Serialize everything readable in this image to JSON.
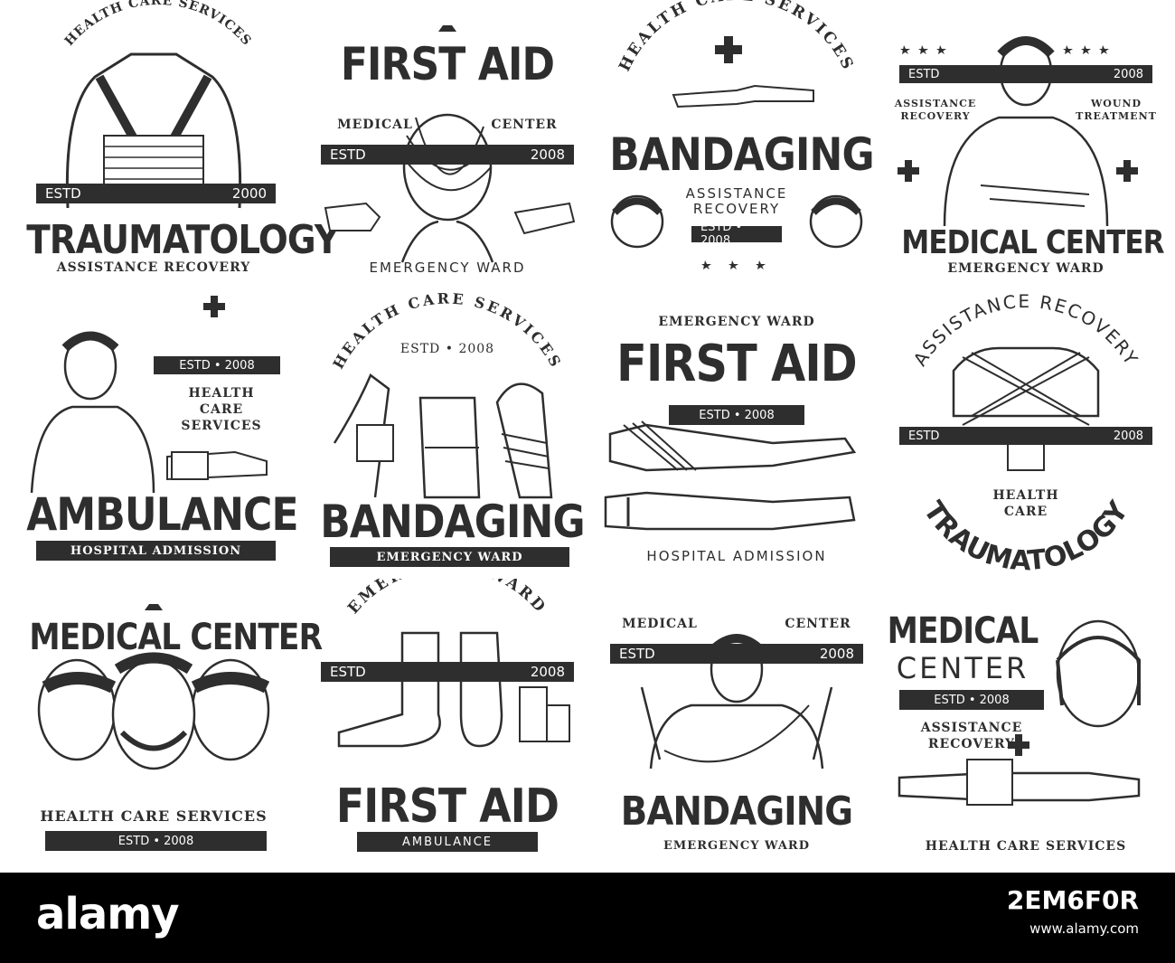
{
  "emblems": [
    {
      "arc": "HEALTH CARE SERVICES",
      "estd": "ESTD",
      "year": "2000",
      "title": "TRAUMATOLOGY",
      "sub": "ASSISTANCE RECOVERY"
    },
    {
      "title": "FIRST AID",
      "left": "MEDICAL",
      "right": "CENTER",
      "estd": "ESTD",
      "year": "2008",
      "sub": "EMERGENCY WARD"
    },
    {
      "arc": "HEALTH CARE SERVICES",
      "title": "BANDAGING",
      "sub1": "ASSISTANCE",
      "sub2": "RECOVERY",
      "estd": "ESTD • 2008"
    },
    {
      "estd": "ESTD",
      "year": "2008",
      "left1": "ASSISTANCE",
      "left2": "RECOVERY",
      "right1": "WOUND",
      "right2": "TREATMENT",
      "title": "MEDICAL CENTER",
      "sub": "EMERGENCY WARD"
    },
    {
      "estd": "ESTD • 2008",
      "l1": "HEALTH",
      "l2": "CARE",
      "l3": "SERVICES",
      "title": "AMBULANCE",
      "sub": "HOSPITAL ADMISSION"
    },
    {
      "arc": "HEALTH CARE SERVICES",
      "estd": "ESTD • 2008",
      "title": "BANDAGING",
      "sub": "EMERGENCY WARD"
    },
    {
      "top": "EMERGENCY WARD",
      "title": "FIRST AID",
      "estd": "ESTD • 2008",
      "sub": "HOSPITAL ADMISSION"
    },
    {
      "arc": "ASSISTANCE RECOVERY",
      "estd": "ESTD",
      "year": "2008",
      "l1": "HEALTH",
      "l2": "CARE",
      "bottom_arc": "TRAUMATOLOGY"
    },
    {
      "title": "MEDICAL CENTER",
      "sub": "HEALTH CARE SERVICES",
      "estd": "ESTD • 2008"
    },
    {
      "arc": "EMERGENCY WARD",
      "estd": "ESTD",
      "year": "2008",
      "title": "FIRST AID",
      "sub": "AMBULANCE"
    },
    {
      "left": "MEDICAL",
      "right": "CENTER",
      "estd": "ESTD",
      "year": "2008",
      "title": "BANDAGING",
      "sub": "EMERGENCY WARD"
    },
    {
      "title1": "MEDICAL",
      "title2": "CENTER",
      "estd": "ESTD • 2008",
      "sub1": "ASSISTANCE",
      "sub2": "RECOVERY",
      "bottom": "HEALTH CARE SERVICES"
    }
  ],
  "watermark": {
    "logo": "alamy",
    "id": "2EM6F0R",
    "url": "www.alamy.com"
  },
  "colors": {
    "ink": "#2e2e2e",
    "background": "#ffffff",
    "watermark_bar": "#000000"
  }
}
